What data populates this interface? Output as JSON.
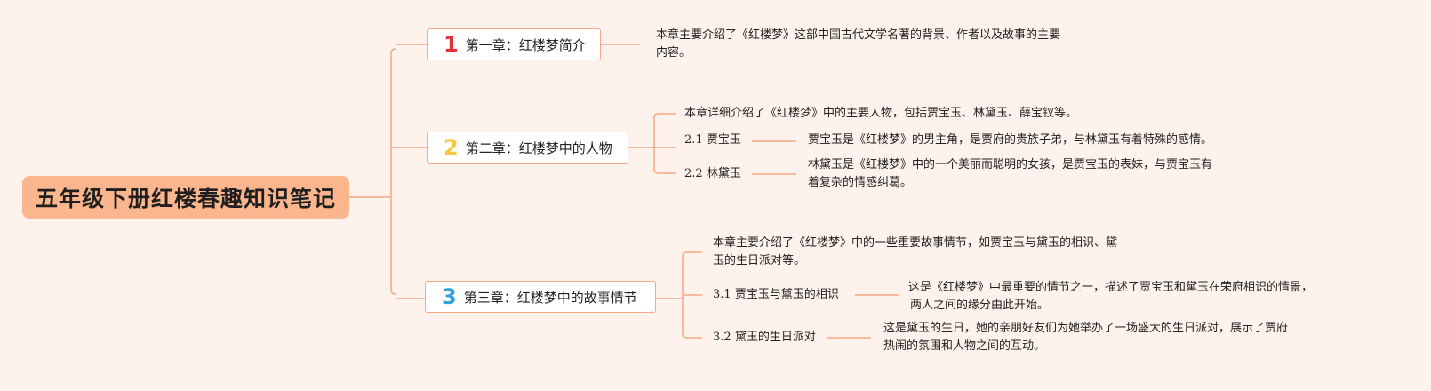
{
  "root": {
    "title": "五年级下册红楼春趣知识笔记"
  },
  "chapters": [
    {
      "number": "1",
      "number_color": "#e53035",
      "title": "第一章：红楼梦简介",
      "desc_lines": [
        "本章主要介绍了《红楼梦》这部中国古代文学名著的背景、作者以及故事的主要",
        "内容。"
      ]
    },
    {
      "number": "2",
      "number_color": "#f6c842",
      "title": "第二章：红楼梦中的人物",
      "desc_lines": [
        "本章详细介绍了《红楼梦》中的主要人物，包括贾宝玉、林黛玉、薛宝钗等。"
      ],
      "sections": [
        {
          "num": "2.1",
          "label": "贾宝玉",
          "desc_lines": [
            "贾宝玉是《红楼梦》的男主角，是贾府的贵族子弟，与林黛玉有着特殊的感情。"
          ]
        },
        {
          "num": "2.2",
          "label": "林黛玉",
          "desc_lines": [
            "林黛玉是《红楼梦》中的一个美丽而聪明的女孩，是贾宝玉的表妹，与贾宝玉有",
            "着复杂的情感纠葛。"
          ]
        }
      ]
    },
    {
      "number": "3",
      "number_color": "#2e9fe0",
      "title": "第三章：红楼梦中的故事情节",
      "desc_lines": [
        "本章主要介绍了《红楼梦》中的一些重要故事情节，如贾宝玉与黛玉的相识、黛",
        "玉的生日派对等。"
      ],
      "sections": [
        {
          "num": "3.1",
          "label": "贾宝玉与黛玉的相识",
          "desc_lines": [
            "这是《红楼梦》中最重要的情节之一，描述了贾宝玉和黛玉在荣府相识的情景，",
            "两人之间的缘分由此开始。"
          ]
        },
        {
          "num": "3.2",
          "label": "黛玉的生日派对",
          "desc_lines": [
            "这是黛玉的生日，她的亲朋好友们为她举办了一场盛大的生日派对，展示了贾府",
            "热闹的氛围和人物之间的互动。"
          ]
        }
      ]
    }
  ],
  "colors": {
    "line": "#f5a882",
    "root_fill": "#fbb68e",
    "background": "#fef3ec"
  }
}
